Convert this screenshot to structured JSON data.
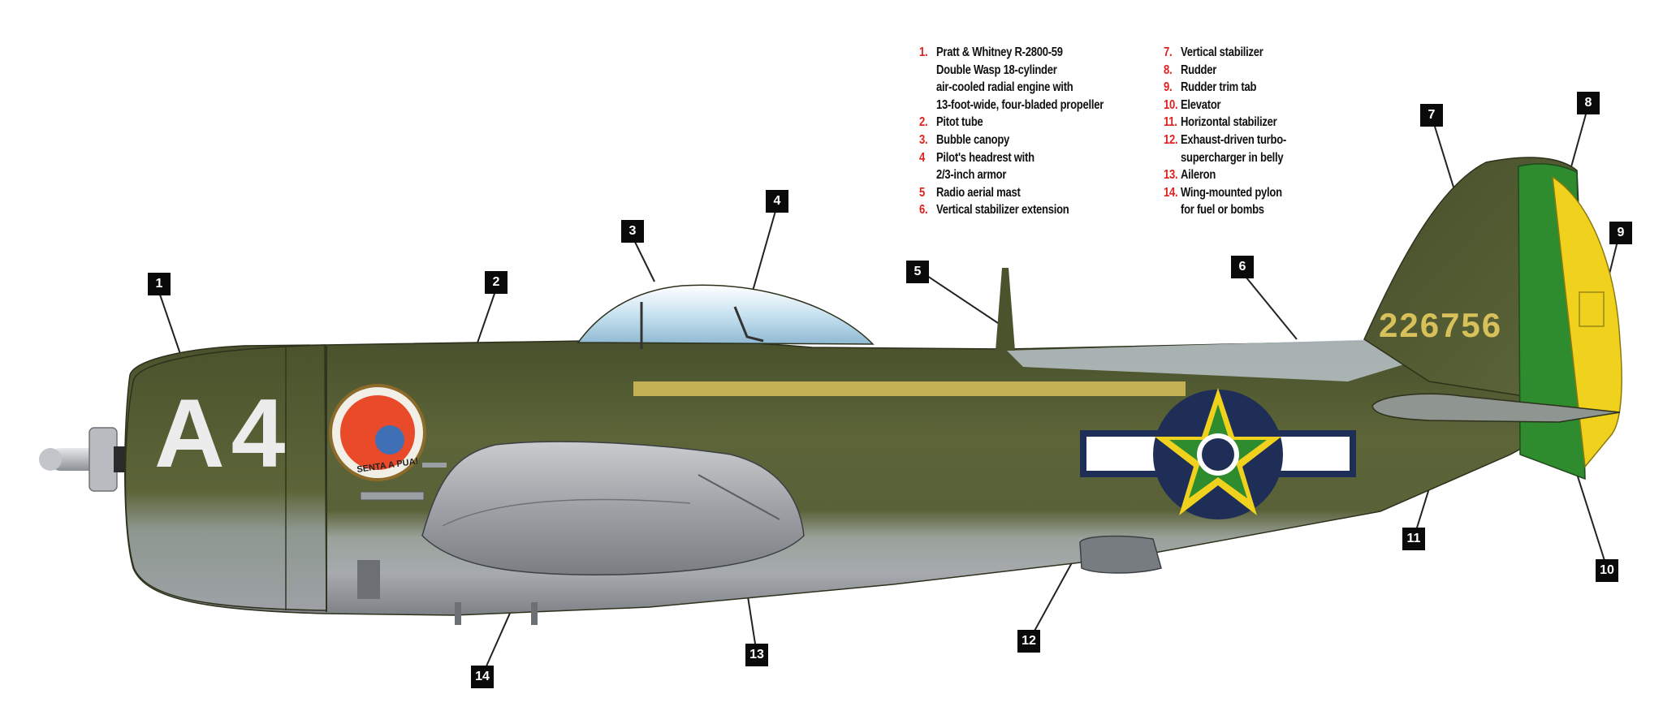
{
  "legend": [
    {
      "num": "1.",
      "text": "Pratt & Whitney R-2800-59\nDouble Wasp 18-cylinder\nair-cooled radial engine with\n13-foot-wide, four-bladed propeller"
    },
    {
      "num": "2.",
      "text": "Pitot tube"
    },
    {
      "num": "3.",
      "text": "Bubble canopy"
    },
    {
      "num": "4",
      "text": "Pilot's headrest with\n2/3-inch armor"
    },
    {
      "num": "5",
      "text": "Radio aerial mast"
    },
    {
      "num": "6.",
      "text": "Vertical stabilizer extension"
    },
    {
      "num": "7.",
      "text": "Vertical stabilizer"
    },
    {
      "num": "8.",
      "text": "Rudder"
    },
    {
      "num": "9.",
      "text": "Rudder trim tab"
    },
    {
      "num": "10.",
      "text": "Elevator"
    },
    {
      "num": "11.",
      "text": "Horizontal stabilizer"
    },
    {
      "num": "12.",
      "text": "Exhaust-driven turbo-\nsupercharger in belly"
    },
    {
      "num": "13.",
      "text": "Aileron"
    },
    {
      "num": "14.",
      "text": "Wing-mounted pylon\nfor fuel or bombs"
    }
  ],
  "callouts": [
    "1",
    "2",
    "3",
    "4",
    "5",
    "6",
    "7",
    "8",
    "9",
    "10",
    "11",
    "12",
    "13",
    "14"
  ],
  "aircraft": {
    "fuselage_code": "A4",
    "serial": "226756",
    "nose_art_text": "SENTA A PUA!",
    "colors": {
      "olive_drab": "#5a6238",
      "olive_dark": "#454c2a",
      "neutral_gray": "#a9adb1",
      "light_gray": "#d3d6d8",
      "brazil_green": "#2e8b2e",
      "brazil_yellow": "#f0d21e",
      "roundel_blue": "#1f2e57",
      "serial_yellow": "#d8c15a",
      "legend_red": "#e0201f"
    }
  }
}
